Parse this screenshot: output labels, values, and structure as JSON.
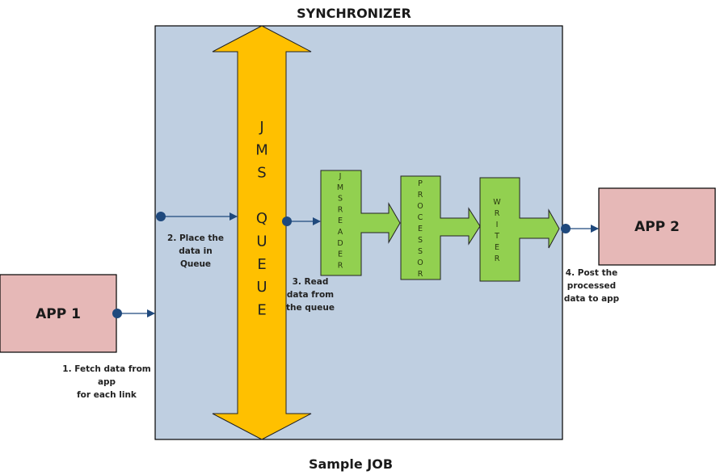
{
  "diagram": {
    "title": "SYNCHRONIZER",
    "footer": "Sample JOB",
    "colors": {
      "synchronizer_fill": "#bfcfe1",
      "queue_fill": "#ffc000",
      "stage_fill": "#92d050",
      "app_fill": "#e6b8b7",
      "connector": "#1f497d",
      "outline": "#000000"
    },
    "apps": [
      {
        "id": "app1",
        "label": "APP 1"
      },
      {
        "id": "app2",
        "label": "APP 2"
      }
    ],
    "queue": {
      "label": "JMS QUEUE",
      "letters": [
        "J",
        "M",
        "S",
        "",
        "Q",
        "U",
        "E",
        "U",
        "E"
      ]
    },
    "stages": [
      {
        "id": "jms-reader",
        "label": "JMSREADER",
        "letters": [
          "J",
          "M",
          "S",
          "R",
          "E",
          "A",
          "D",
          "E",
          "R"
        ]
      },
      {
        "id": "processor",
        "label": "PROCESSOR",
        "letters": [
          "P",
          "R",
          "O",
          "C",
          "E",
          "S",
          "S",
          "O",
          "R"
        ]
      },
      {
        "id": "writer",
        "label": "WRITER",
        "letters": [
          "W",
          "R",
          "I",
          "T",
          "E",
          "R"
        ]
      }
    ],
    "steps": [
      {
        "id": "step1",
        "lines": [
          "1. Fetch data from",
          "app",
          "for each link"
        ]
      },
      {
        "id": "step2",
        "lines": [
          "2. Place the",
          "data in",
          "Queue"
        ]
      },
      {
        "id": "step3",
        "lines": [
          "3. Read",
          "data from",
          "the queue"
        ]
      },
      {
        "id": "step4",
        "lines": [
          "4. Post the",
          "processed",
          "data to app"
        ]
      }
    ]
  }
}
